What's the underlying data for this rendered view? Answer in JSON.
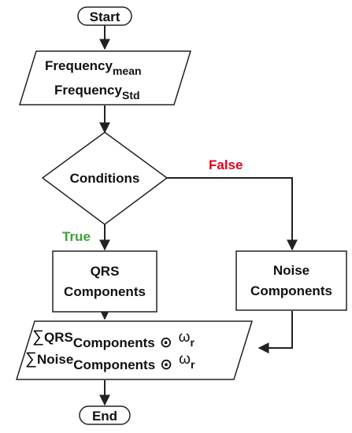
{
  "nodes": {
    "start": {
      "label": "Start"
    },
    "input": {
      "line1": {
        "base": "Frequency",
        "sub": "mean"
      },
      "line2": {
        "base": "Frequency",
        "sub": "Std"
      }
    },
    "decision": {
      "label": "Conditions"
    },
    "qrs": {
      "line1": "QRS",
      "line2": "Components"
    },
    "noise": {
      "line1": "Noise",
      "line2": "Components"
    },
    "output": {
      "line1": {
        "sigma": "∑",
        "base": "QRS",
        "sub": "Components",
        "op": "⊙",
        "omega": "ω",
        "omega_sub": "r"
      },
      "line2": {
        "sigma": "∑",
        "base": "Noise",
        "sub": "Components",
        "op": "⊙",
        "omega": "ω",
        "omega_sub": "r"
      }
    },
    "end": {
      "label": "End"
    }
  },
  "branches": {
    "true_label": "True",
    "false_label": "False"
  },
  "colors": {
    "true": "#3aa335",
    "false": "#e3001b"
  }
}
